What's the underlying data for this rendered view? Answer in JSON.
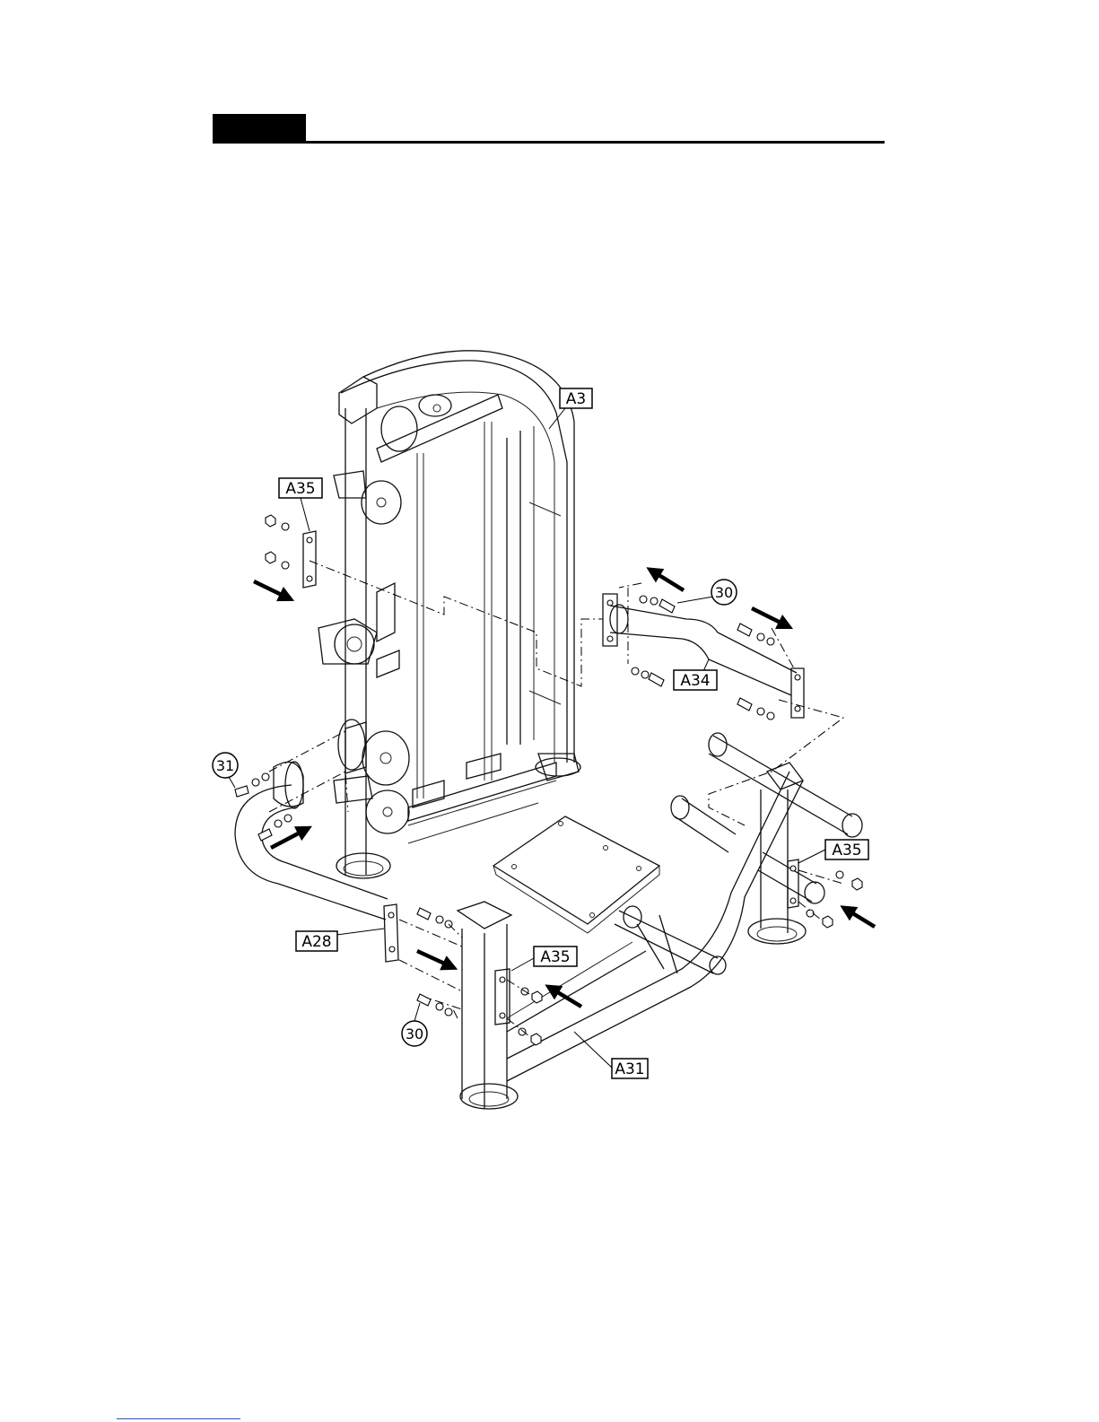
{
  "labels": {
    "a3": "A3",
    "a35_left": "A35",
    "a35_right": "A35",
    "a35_center": "A35",
    "a34": "A34",
    "a28": "A28",
    "a31": "A31"
  },
  "callouts": {
    "c30_top": "30",
    "c30_bottom": "30",
    "c31": "31"
  },
  "colors": {
    "ink": "#000000",
    "link_underline": "#2a4cd6"
  }
}
